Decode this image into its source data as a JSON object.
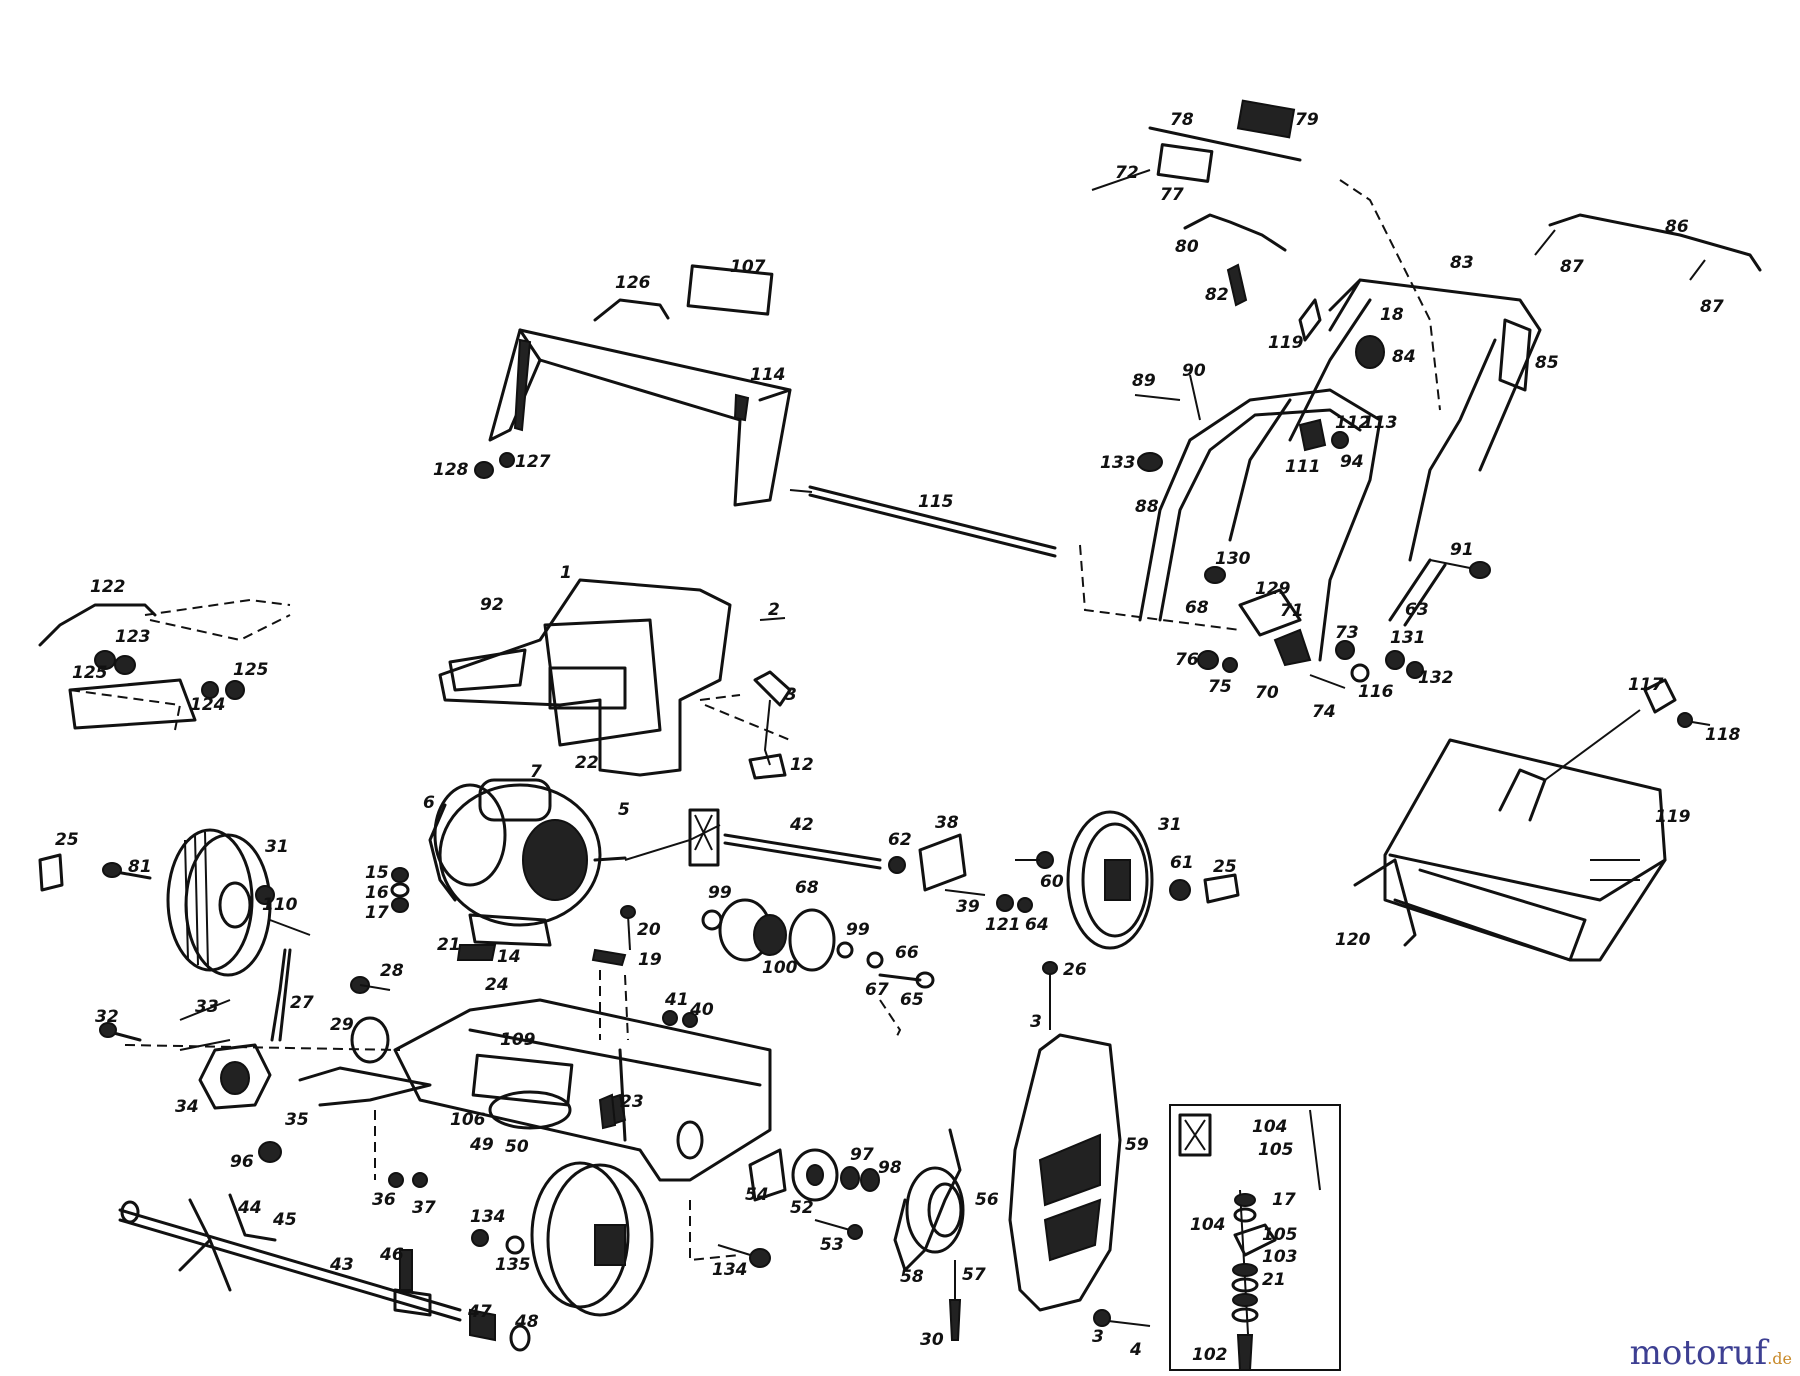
{
  "watermark": {
    "main": "motoruf",
    "tld": ".de"
  },
  "part_numbers": {
    "handle": [
      "78",
      "79",
      "72",
      "77",
      "80",
      "82",
      "83",
      "86",
      "87",
      "87",
      "119",
      "18",
      "84",
      "85",
      "89",
      "90",
      "133",
      "112",
      "113",
      "111",
      "94",
      "88",
      "130",
      "129",
      "71",
      "68",
      "91",
      "63",
      "131",
      "132",
      "73",
      "76",
      "75",
      "70",
      "116",
      "74"
    ],
    "grass_box_top": [
      "126",
      "107",
      "114",
      "128",
      "127",
      "115"
    ],
    "deflector": [
      "122",
      "123",
      "125",
      "125",
      "124"
    ],
    "cover": [
      "1",
      "2",
      "92",
      "22",
      "3",
      "12"
    ],
    "motor": [
      "7",
      "6",
      "5",
      "15",
      "16",
      "17",
      "21",
      "14",
      "42",
      "38",
      "62",
      "39",
      "121",
      "64",
      "60",
      "61",
      "25",
      "31",
      "20",
      "19",
      "99",
      "68",
      "99",
      "100",
      "66",
      "67",
      "65"
    ],
    "left_wheel": [
      "25",
      "81",
      "31",
      "110"
    ],
    "catcher": [
      "117",
      "118",
      "119",
      "120"
    ],
    "deck": [
      "32",
      "33",
      "27",
      "28",
      "29",
      "24",
      "109",
      "41",
      "40",
      "34",
      "35",
      "106",
      "49",
      "50",
      "23",
      "96",
      "36",
      "37"
    ],
    "rotor_area": [
      "54",
      "97",
      "98",
      "52",
      "53",
      "56",
      "58",
      "57",
      "26",
      "3",
      "59",
      "44",
      "45",
      "43",
      "46",
      "134",
      "135",
      "47",
      "48",
      "134",
      "30",
      "3",
      "4"
    ],
    "inset": [
      "104",
      "105",
      "17",
      "104",
      "105",
      "103",
      "21",
      "102"
    ]
  },
  "colors": {
    "ink": "#111111",
    "background": "#ffffff",
    "brand_blue": "#3d3f92",
    "brand_orange": "#c88a2a"
  }
}
